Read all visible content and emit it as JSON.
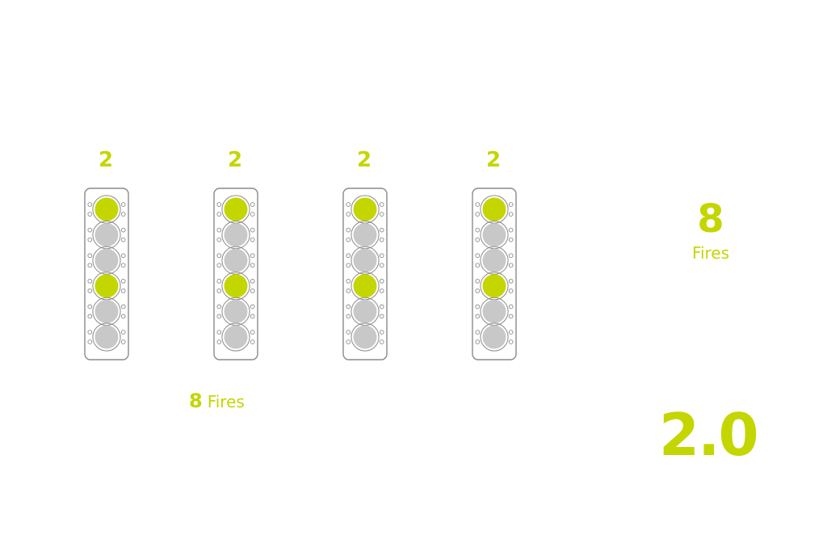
{
  "colors": {
    "active": "#c4d600",
    "inactive": "#c8c8c8",
    "outline": "#8a8a8a"
  },
  "columns": [
    {
      "count": "2",
      "slots": [
        "active",
        "inactive",
        "inactive",
        "active",
        "inactive",
        "inactive"
      ]
    },
    {
      "count": "2",
      "slots": [
        "active",
        "inactive",
        "inactive",
        "active",
        "inactive",
        "inactive"
      ]
    },
    {
      "count": "2",
      "slots": [
        "active",
        "inactive",
        "inactive",
        "active",
        "inactive",
        "inactive"
      ]
    },
    {
      "count": "2",
      "slots": [
        "active",
        "inactive",
        "inactive",
        "active",
        "inactive",
        "inactive"
      ]
    }
  ],
  "caption": {
    "number": "8",
    "label": "Fires"
  },
  "total": {
    "number": "8",
    "label": "Fires"
  },
  "version": "2.0"
}
